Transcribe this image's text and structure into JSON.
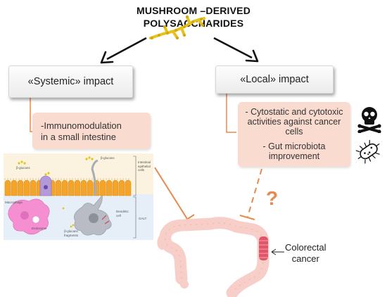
{
  "title": {
    "line1": "MUSHROOM –DERIVED",
    "line2": "POLYSACCHARIDES"
  },
  "systemic": {
    "label": "«Systemic» impact",
    "effect_line1": "-Immunomodulation",
    "effect_line2": "in a small intestine"
  },
  "local": {
    "label": "«Local» impact",
    "effect1_line1": "- Cytostatic and cytotoxic",
    "effect1_line2": "activities against cancer",
    "effect1_line3": "cells",
    "effect2_line1": "- Gut microbiota",
    "effect2_line2": "improvement",
    "question_mark": "?"
  },
  "colon": {
    "label_line1": "Colorectal",
    "label_line2": "cancer"
  },
  "gut_illustration": {
    "glucans_left": "β-glucans",
    "glucans_right": "β-glucans",
    "epithelial_line1": "Intestinal",
    "epithelial_line2": "epithelial",
    "epithelial_line3": "cells",
    "macrophage": "Macrophage",
    "endosome": "Endosome",
    "dendritic_line1": "Dendritic",
    "dendritic_line2": "cell",
    "galt": "GALT",
    "fragments_line1": "β-glucans",
    "fragments_line2": "fragments"
  },
  "colors": {
    "pink_box": "#fadbd0",
    "orange_line": "#e8894f",
    "colon_fill": "#f7cfc8",
    "tumor": "#e0556a",
    "molecule": "#e8c21c"
  }
}
